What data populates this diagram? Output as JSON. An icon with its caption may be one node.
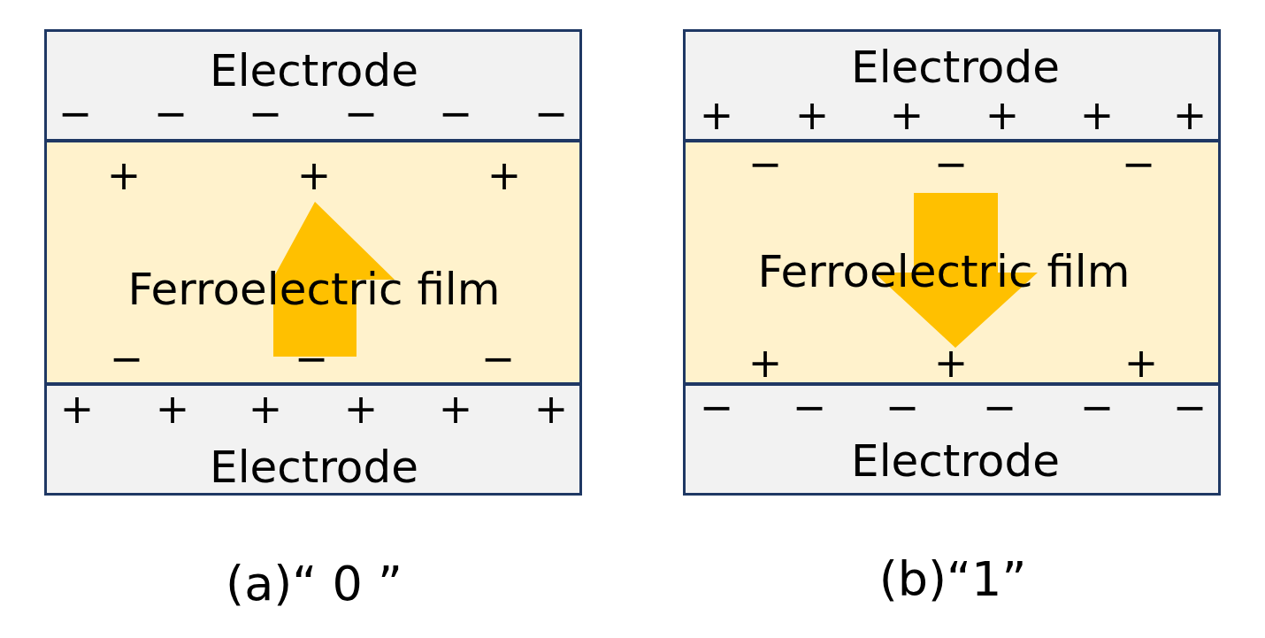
{
  "diagram": {
    "nodes": [
      {
        "text": [
          "Electrode"
        ]
      },
      {
        "text": [
          "Ferroelectric film"
        ]
      },
      {
        "text": [
          "Electrode"
        ]
      },
      {
        "text": [
          "Electrode"
        ]
      },
      {
        "text": [
          "Ferroelectric film"
        ]
      },
      {
        "text": [
          "Electrode"
        ]
      }
    ],
    "edges": [],
    "labels": [
      "−",
      "−",
      "−",
      "−",
      "−",
      "−",
      "+",
      "+",
      "+",
      "−",
      "−",
      "−",
      "+",
      "+",
      "+",
      "+",
      "+",
      "+",
      "+",
      "+",
      "+",
      "+",
      "+",
      "+",
      "−",
      "−",
      "−",
      "+",
      "+",
      "+",
      "−",
      "−",
      "−",
      "−",
      "−",
      "−",
      "(a)“ 0 ”",
      "(b)“1”"
    ]
  }
}
